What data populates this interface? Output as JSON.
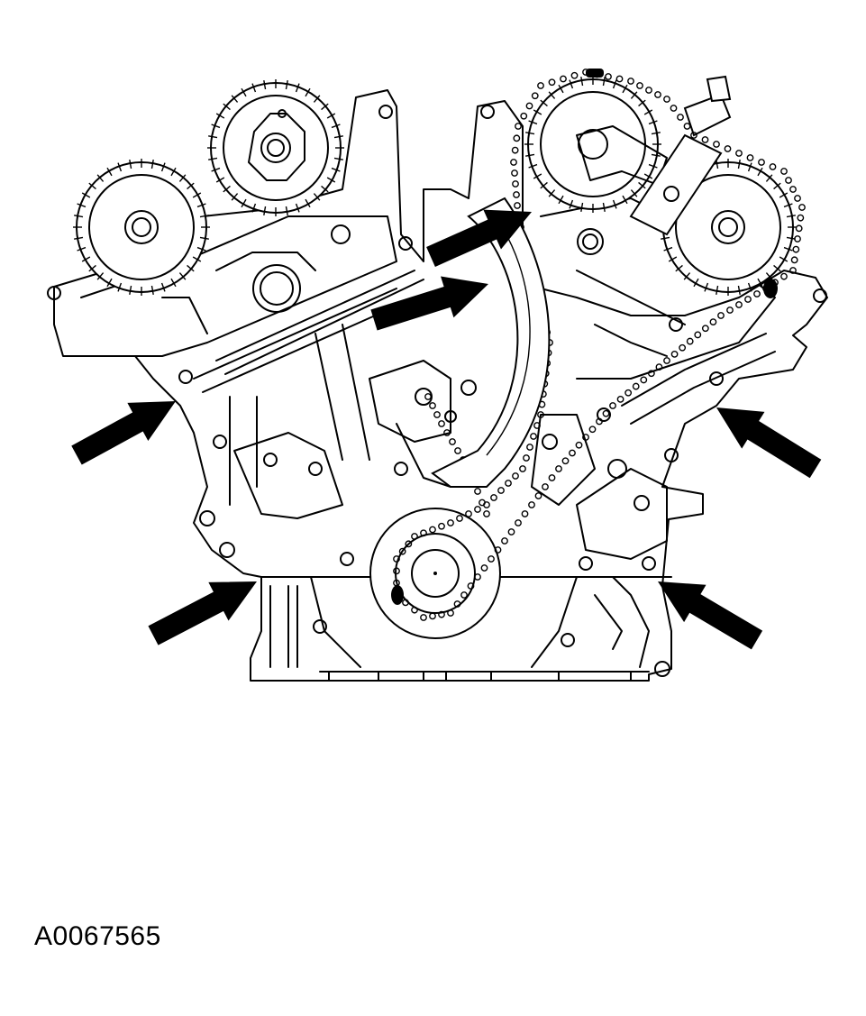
{
  "figure_id": "A0067565",
  "colors": {
    "line": "#000000",
    "background": "#ffffff"
  },
  "callouts": [
    {
      "name": "arrow-top-center-upper"
    },
    {
      "name": "arrow-top-center-lower"
    },
    {
      "name": "arrow-left-middle"
    },
    {
      "name": "arrow-right-middle"
    },
    {
      "name": "arrow-left-lower"
    },
    {
      "name": "arrow-right-lower"
    }
  ]
}
